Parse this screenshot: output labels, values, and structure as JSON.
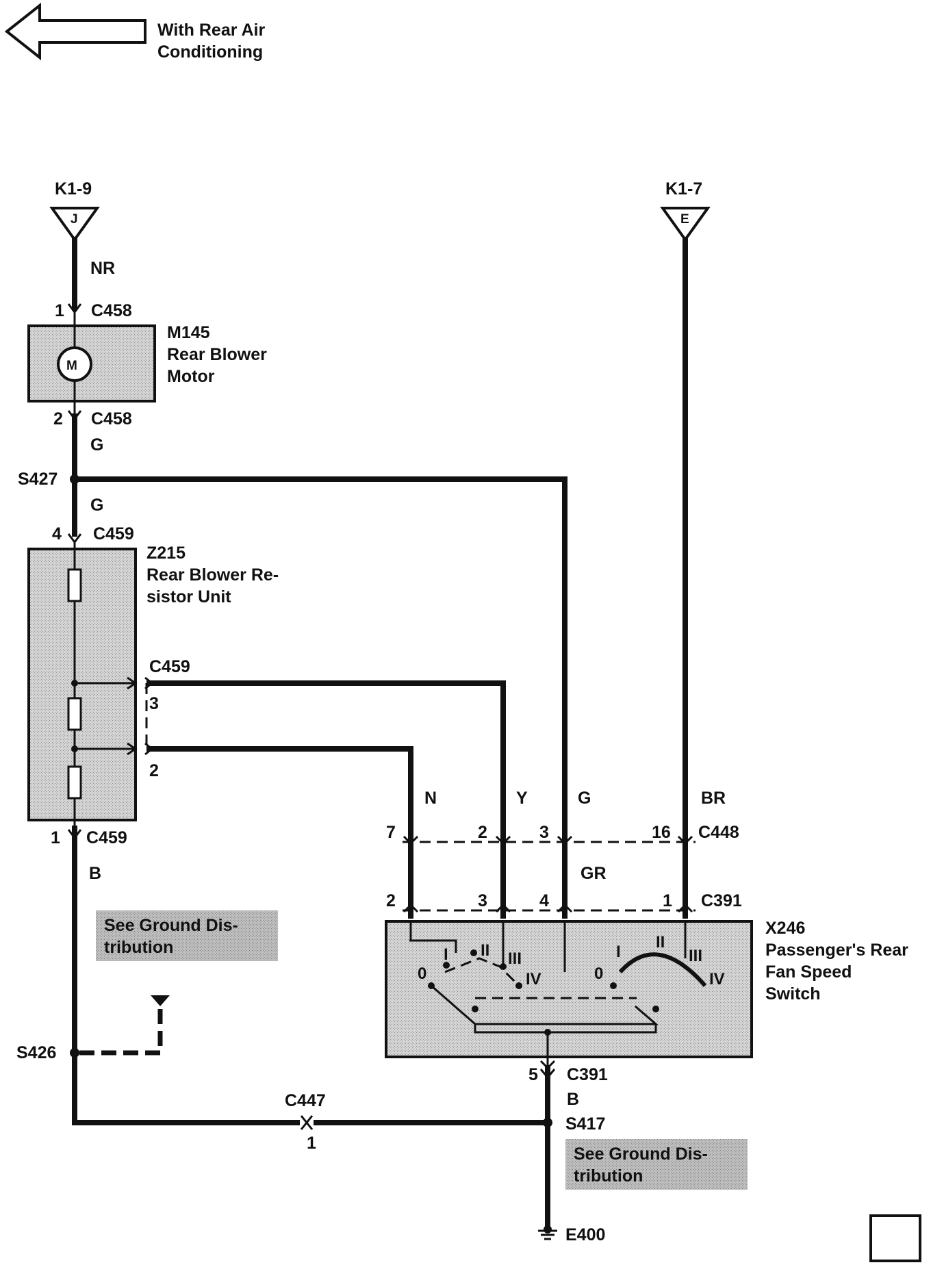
{
  "header": {
    "arrow_label_line1": "With Rear Air",
    "arrow_label_line2": "Conditioning"
  },
  "connectors": {
    "k1_9": {
      "label": "K1-9",
      "letter": "J"
    },
    "k1_7": {
      "label": "K1-7",
      "letter": "E"
    }
  },
  "motor": {
    "id": "M145",
    "name_line1": "Rear Blower",
    "name_line2": "Motor",
    "symbol": "M"
  },
  "resistor_unit": {
    "id": "Z215",
    "name_line1": "Rear Blower Re-",
    "name_line2": "sistor Unit"
  },
  "switch": {
    "id": "X246",
    "name_line1": "Passenger's Rear",
    "name_line2": "Fan Speed",
    "name_line3": "Switch"
  },
  "wires": {
    "nr": "NR",
    "g1": "G",
    "g2": "G",
    "b_left": "B",
    "n": "N",
    "y": "Y",
    "g3": "G",
    "br": "BR",
    "gr": "GR",
    "b_right": "B"
  },
  "pins": {
    "c458_1": "1",
    "c458_2": "2",
    "c459_4": "4",
    "c459_3": "3",
    "c459_2": "2",
    "c459_1": "1",
    "c448_7": "7",
    "c448_2": "2",
    "c448_3": "3",
    "c448_16": "16",
    "c391_2": "2",
    "c391_3": "3",
    "c391_4": "4",
    "c391_1": "1",
    "c391_5": "5",
    "c447_1": "1"
  },
  "connector_ids": {
    "c458a": "C458",
    "c458b": "C458",
    "c459a": "C459",
    "c459b": "C459",
    "c459c": "C459",
    "c448": "C448",
    "c391a": "C391",
    "c391b": "C391",
    "c447": "C447"
  },
  "splices": {
    "s427": "S427",
    "s426": "S426",
    "s417": "S417"
  },
  "ground": {
    "e400": "E400"
  },
  "notes": {
    "left_line1": "See Ground Dis-",
    "left_line2": "tribution",
    "right_line1": "See Ground Dis-",
    "right_line2": "tribution"
  },
  "switch_positions": {
    "left": {
      "p0": "0",
      "p1": "I",
      "p2": "II",
      "p3": "III",
      "p4": "IV"
    },
    "right": {
      "p0": "0",
      "p1": "I",
      "p2": "II",
      "p3": "III",
      "p4": "IV"
    }
  }
}
